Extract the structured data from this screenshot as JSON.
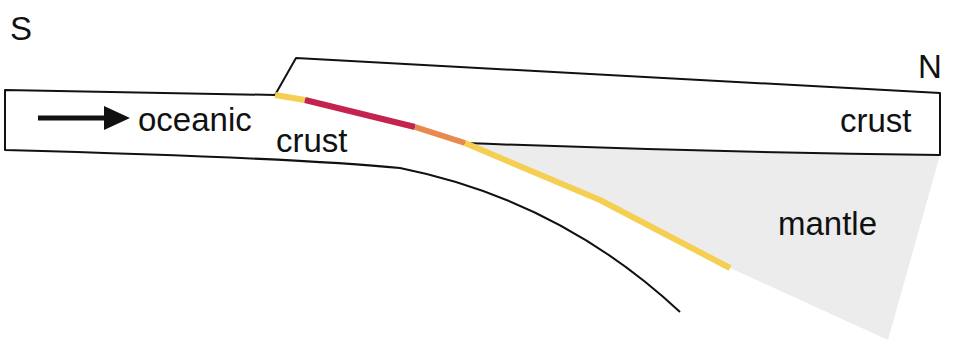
{
  "diagram": {
    "nodes": [
      {
        "text": [
          "oceanic",
          "crust"
        ]
      },
      {
        "text": [
          "crust"
        ]
      },
      {
        "text": [
          "mantle"
        ]
      }
    ],
    "labels": [
      "S",
      "N"
    ]
  }
}
